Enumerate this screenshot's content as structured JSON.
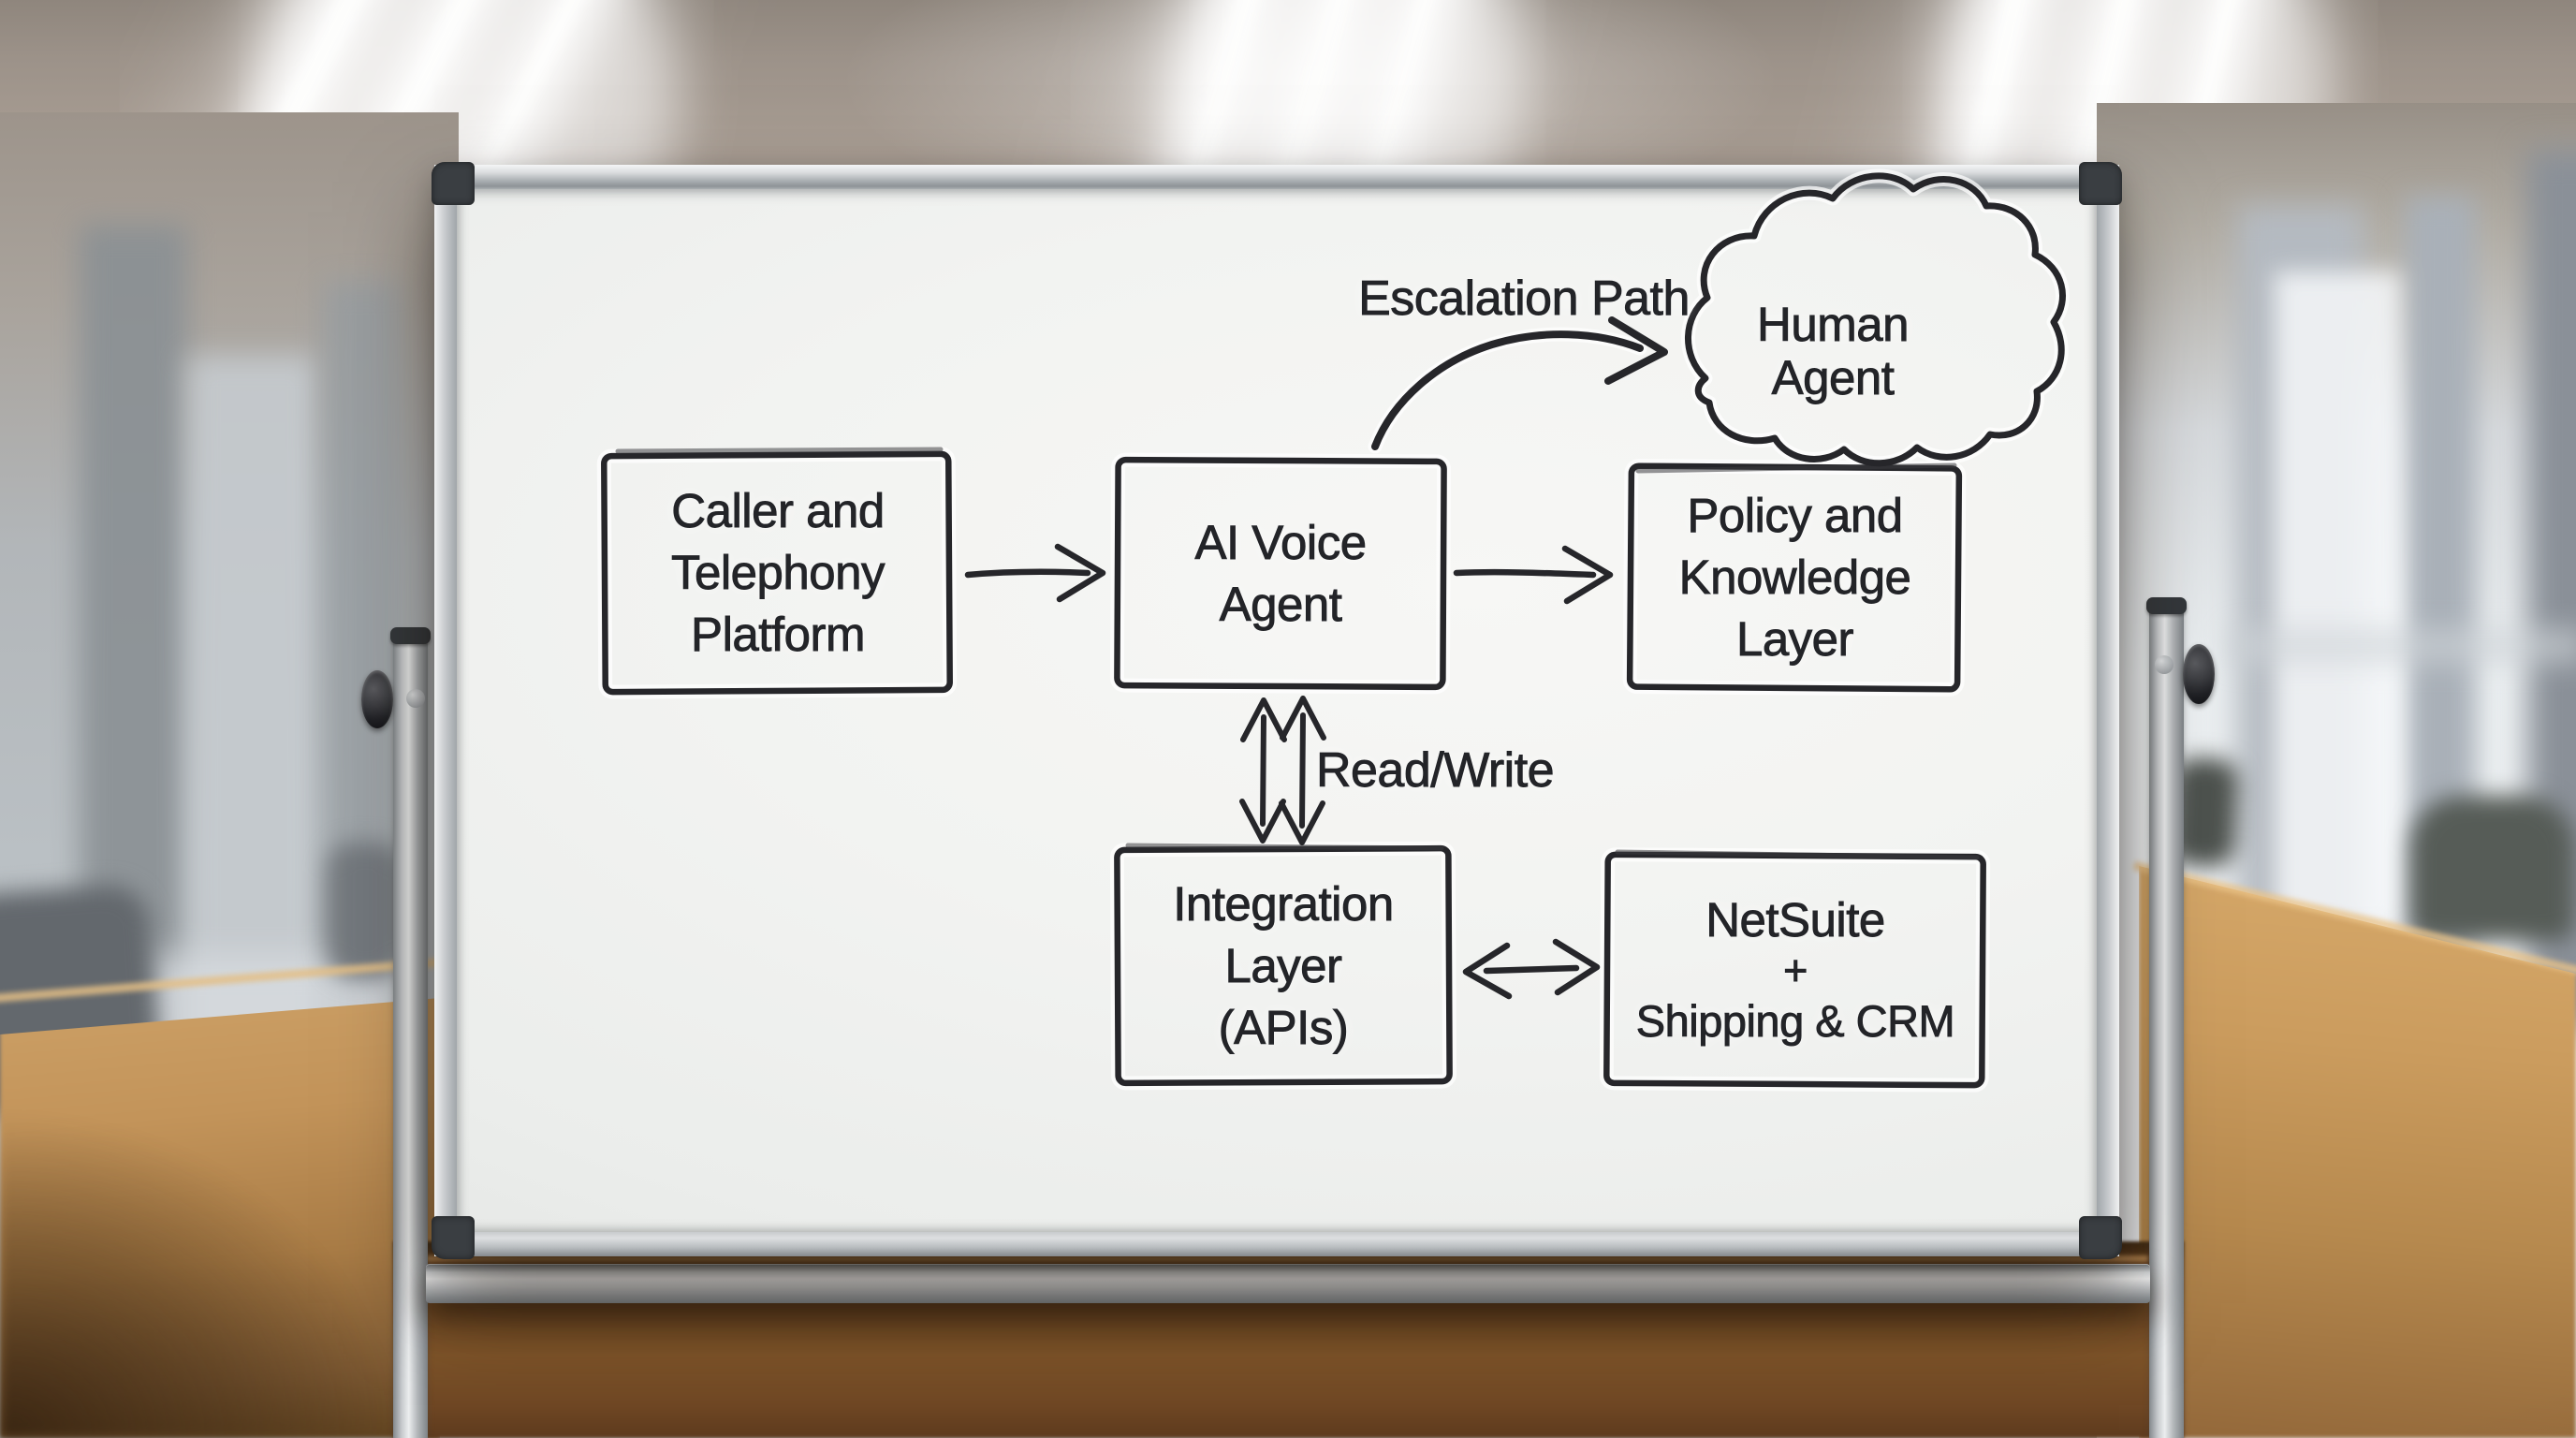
{
  "scene": {
    "setting": "conference-room-whiteboard-photo",
    "colors": {
      "ink": "#26262a",
      "board_surface": "#f2f3f1",
      "frame_aluminum": "#c6c9cc",
      "corner_cap": "#3a3e42",
      "table_wood_light": "#c79a60",
      "table_wood_dark": "#6f4823",
      "ceiling_beige": "#a89d93",
      "window_bright": "#eff1f3",
      "chair_gray": "#5a5f5b"
    }
  },
  "wb": {
    "nodes": [
      {
        "id": "caller",
        "shape": "rect",
        "lines": [
          "Caller and",
          "Telephony",
          "Platform"
        ]
      },
      {
        "id": "ai_voice",
        "shape": "rect",
        "lines": [
          "AI Voice",
          "Agent"
        ]
      },
      {
        "id": "policy",
        "shape": "rect",
        "lines": [
          "Policy and",
          "Knowledge",
          "Layer"
        ]
      },
      {
        "id": "integration",
        "shape": "rect",
        "lines": [
          "Integration",
          "Layer",
          "(APIs)"
        ]
      },
      {
        "id": "netsuite",
        "shape": "rect",
        "lines": [
          "NetSuite",
          "+",
          "Shipping & CRM"
        ]
      },
      {
        "id": "human_agent",
        "shape": "cloud",
        "lines": [
          "Human",
          "Agent"
        ]
      }
    ],
    "edges": [
      {
        "from": "caller",
        "to": "ai_voice",
        "style": "arrow"
      },
      {
        "from": "ai_voice",
        "to": "policy",
        "style": "arrow"
      },
      {
        "from": "ai_voice",
        "to": "human_agent",
        "style": "curved-arrow",
        "label": "Escalation Path"
      },
      {
        "from": "ai_voice",
        "to": "integration",
        "style": "double-vertical-arrows",
        "label": "Read/Write"
      },
      {
        "from": "integration",
        "to": "netsuite",
        "style": "double-headed-arrow"
      }
    ],
    "annotations": [
      {
        "id": "escalation",
        "text": "Escalation Path"
      },
      {
        "id": "readwrite",
        "text": "Read/Write"
      }
    ]
  }
}
